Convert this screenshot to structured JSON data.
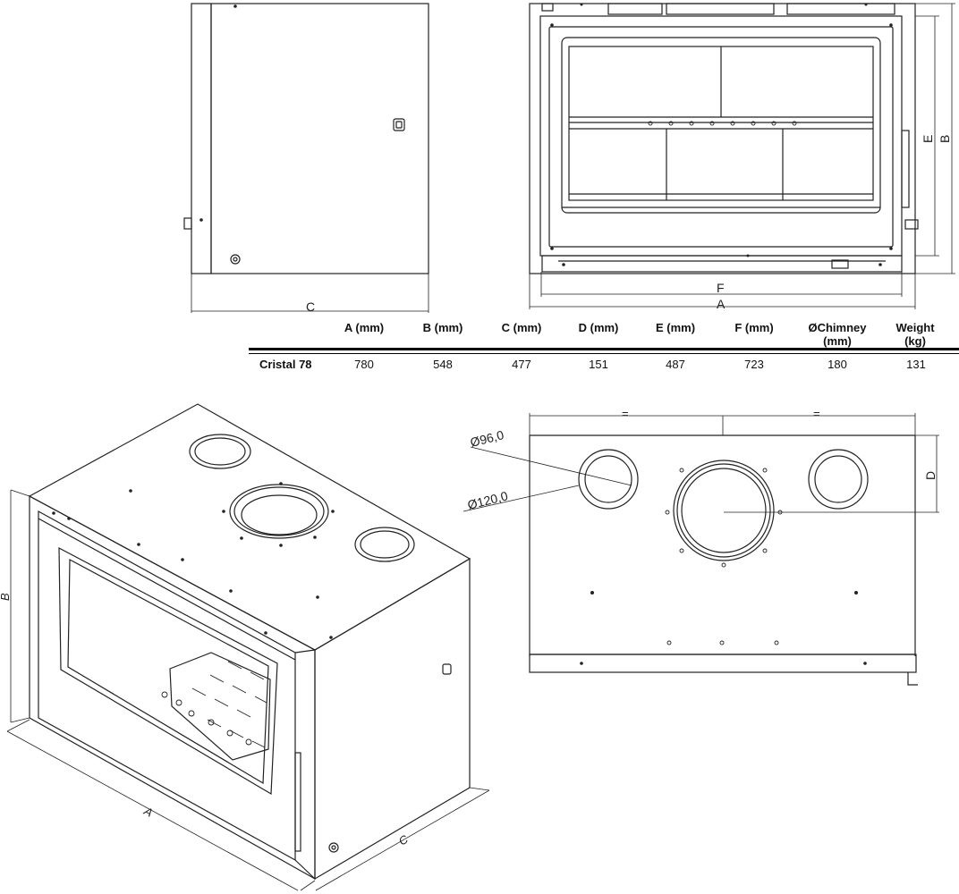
{
  "drawing": {
    "side_view": {
      "dim_c": "C"
    },
    "front_view": {
      "dim_a": "A",
      "dim_b": "B",
      "dim_e": "E",
      "dim_f": "F"
    },
    "iso_view": {
      "dim_a": "A",
      "dim_b": "B",
      "dim_c": "C"
    },
    "top_view": {
      "equal_left": "=",
      "equal_right": "=",
      "dia_small": "Ø96,0",
      "dia_large": "Ø120,0",
      "dim_d": "D"
    }
  },
  "spec_table": {
    "columns": [
      {
        "line1": "A (mm)",
        "line2": ""
      },
      {
        "line1": "B (mm)",
        "line2": ""
      },
      {
        "line1": "C (mm)",
        "line2": ""
      },
      {
        "line1": "D (mm)",
        "line2": ""
      },
      {
        "line1": "E (mm)",
        "line2": ""
      },
      {
        "line1": "F (mm)",
        "line2": ""
      },
      {
        "line1": "ØChimney",
        "line2": "(mm)"
      },
      {
        "line1": "Weight",
        "line2": "(kg)"
      }
    ],
    "rows": [
      {
        "model": "Cristal 78",
        "values": [
          "780",
          "548",
          "477",
          "151",
          "487",
          "723",
          "180",
          "131"
        ]
      }
    ]
  }
}
